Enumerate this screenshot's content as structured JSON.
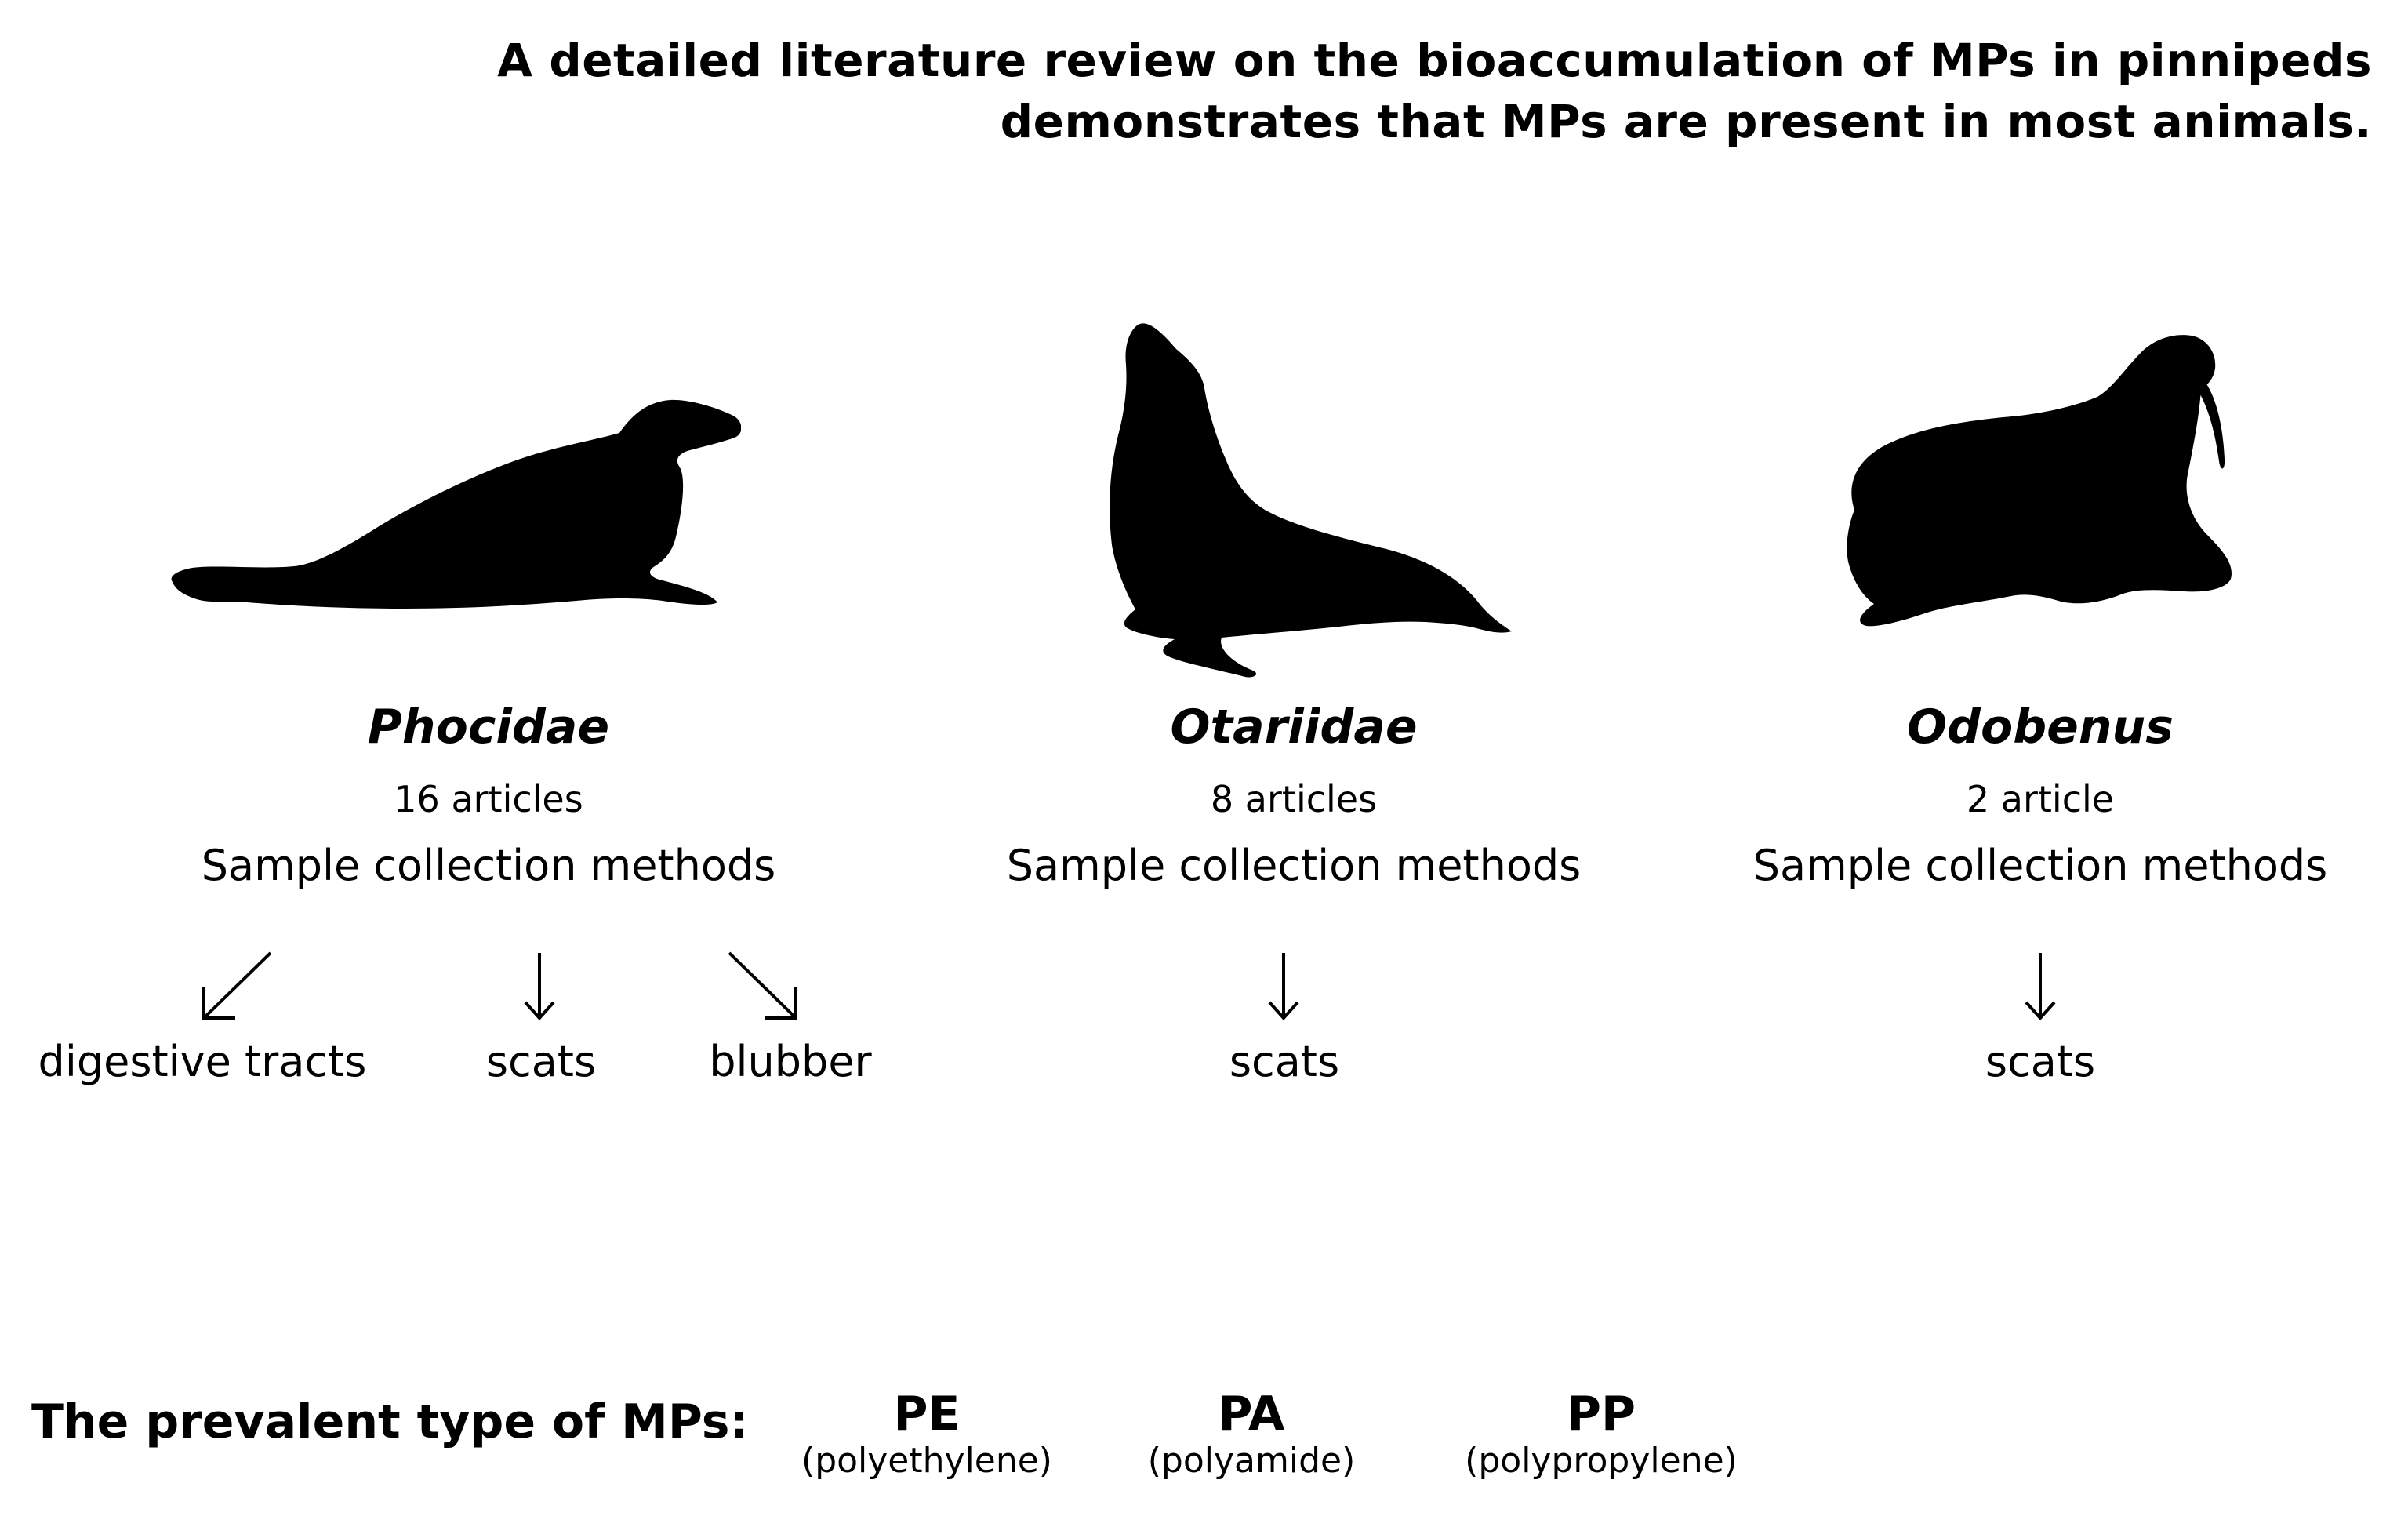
{
  "headline": {
    "line1": "A detailed literature review on the bioaccumulation of MPs in pinnipeds",
    "line2": "demonstrates that MPs are present in most animals."
  },
  "groups": [
    {
      "name": "Phocidae",
      "articles": "16 articles",
      "methods_heading": "Sample collection methods",
      "icon": "seal-silhouette-icon",
      "methods": [
        "digestive tracts",
        "scats",
        "blubber"
      ]
    },
    {
      "name": "Otariidae",
      "articles": "8 articles",
      "methods_heading": "Sample collection methods",
      "icon": "sea-lion-silhouette-icon",
      "methods": [
        "scats"
      ]
    },
    {
      "name": "Odobenus",
      "articles": "2 article",
      "methods_heading": "Sample collection methods",
      "icon": "walrus-silhouette-icon",
      "methods": [
        "scats"
      ]
    }
  ],
  "prevalent": {
    "heading": "The prevalent type of MPs:",
    "types": [
      {
        "abbr": "PE",
        "full": "(polyethylene)"
      },
      {
        "abbr": "PA",
        "full": "(polyamide)"
      },
      {
        "abbr": "PP",
        "full": "(polypropylene)"
      }
    ]
  },
  "colors": {
    "silhouette": "#000000",
    "background": "#ffffff",
    "text": "#000000"
  }
}
